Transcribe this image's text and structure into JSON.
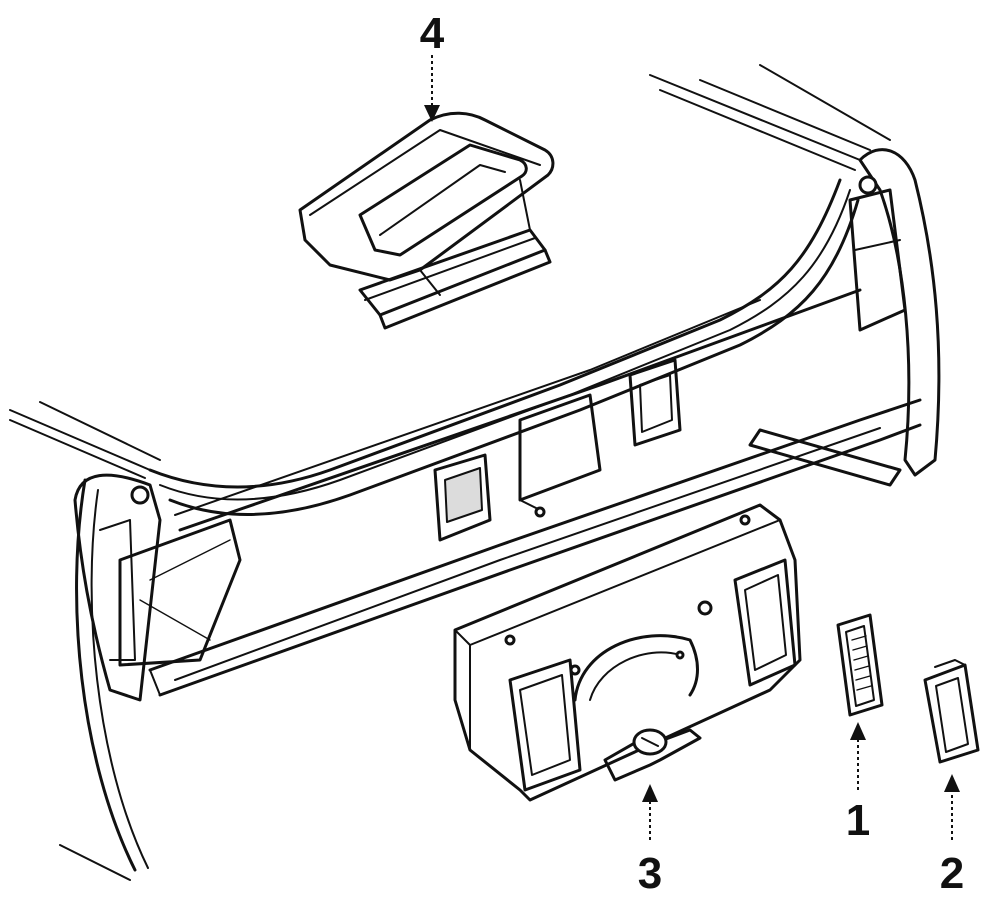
{
  "callouts": {
    "part_1": "1",
    "part_2": "2",
    "part_3": "3",
    "part_4": "4"
  },
  "colors": {
    "line": "#111111",
    "background": "#ffffff"
  }
}
